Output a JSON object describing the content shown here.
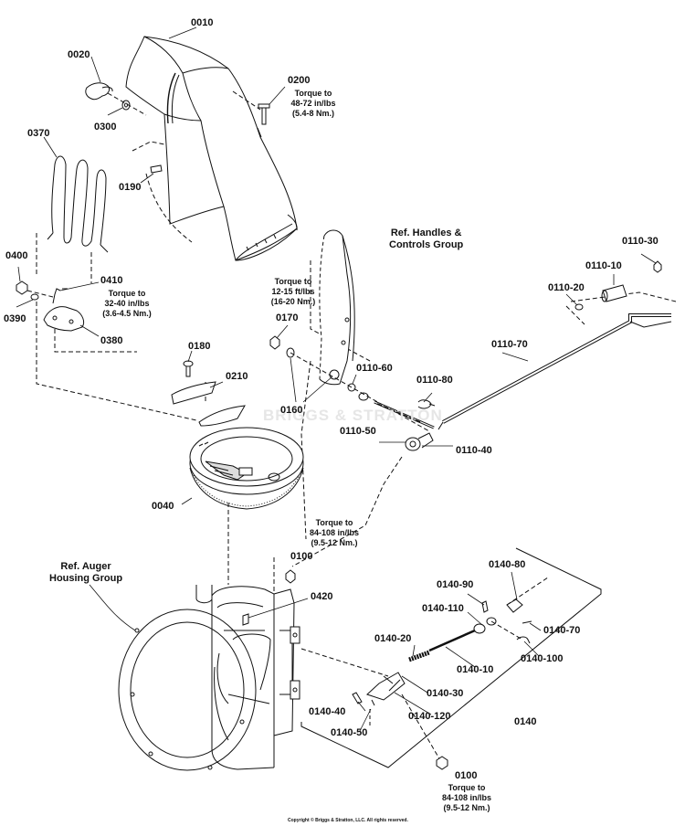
{
  "labels": {
    "p0010": "0010",
    "p0020": "0020",
    "p0300": "0300",
    "p0200": "0200",
    "p0190": "0190",
    "p0370": "0370",
    "p0400": "0400",
    "p0390": "0390",
    "p0410": "0410",
    "p0380": "0380",
    "p0170": "0170",
    "p0160": "0160",
    "p0180": "0180",
    "p0210": "0210",
    "p0040": "0040",
    "p0110_60": "0110-60",
    "p0110_80": "0110-80",
    "p0110_50": "0110-50",
    "p0110_40": "0110-40",
    "p0110_70": "0110-70",
    "p0110_30": "0110-30",
    "p0110_10": "0110-10",
    "p0110_20": "0110-20",
    "p0100_top": "0100",
    "p0420": "0420",
    "p0140_80": "0140-80",
    "p0140_90": "0140-90",
    "p0140_110": "0140-110",
    "p0140_70": "0140-70",
    "p0140_100": "0140-100",
    "p0140_20": "0140-20",
    "p0140_10": "0140-10",
    "p0140_30": "0140-30",
    "p0140_40": "0140-40",
    "p0140_120": "0140-120",
    "p0140_50": "0140-50",
    "p0140": "0140",
    "p0100_bot": "0100"
  },
  "torque": {
    "t0200_a": "Torque to",
    "t0200_b": "48-72 in/lbs",
    "t0200_c": "(5.4-8 Nm.)",
    "t0410_a": "Torque to",
    "t0410_b": "32-40 in/lbs",
    "t0410_c": "(3.6-4.5 Nm.)",
    "t0170_a": "Torque to",
    "t0170_b": "12-15 ft/lbs",
    "t0170_c": "(16-20 Nm.)",
    "t0100top_a": "Torque to",
    "t0100top_b": "84-108 in/lbs",
    "t0100top_c": "(9.5-12 Nm.)",
    "t0100bot_a": "Torque to",
    "t0100bot_b": "84-108 in/lbs",
    "t0100bot_c": "(9.5-12 Nm.)"
  },
  "refs": {
    "handles_a": "Ref. Handles &",
    "handles_b": "Controls Group",
    "auger_a": "Ref. Auger",
    "auger_b": "Housing Group"
  },
  "watermark": "BRIGGS & STRATTON",
  "copyright": "Copyright © Briggs & Stratton, LLC. All rights reserved."
}
